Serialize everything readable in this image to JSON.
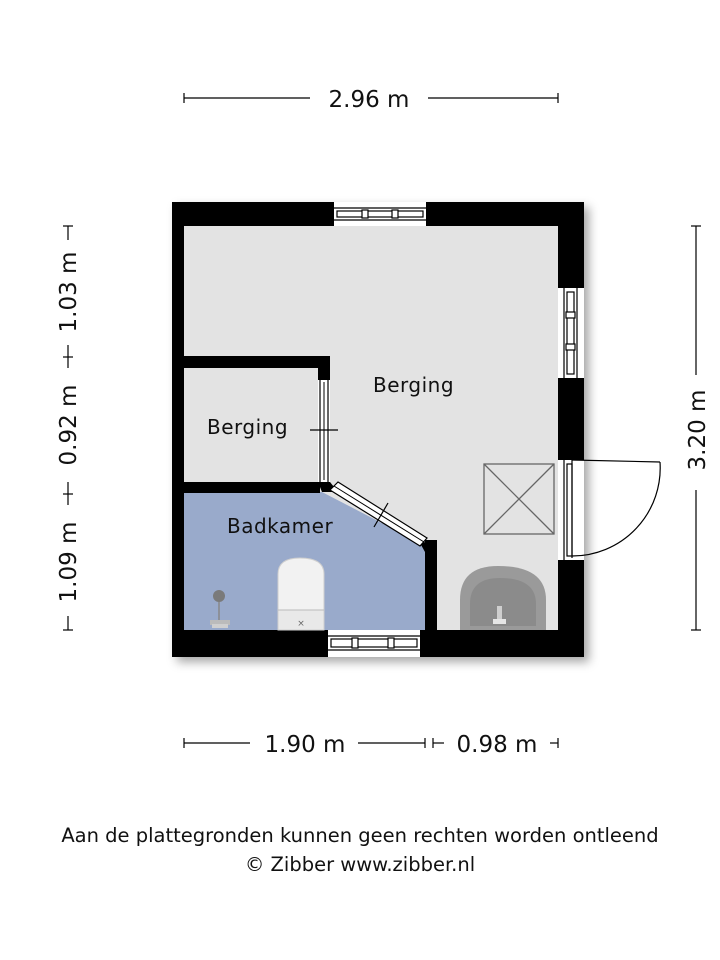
{
  "dimensions": {
    "top_width": "2.96 m",
    "right_height": "3.20 m",
    "left_top": "1.03 m",
    "left_middle": "0.92 m",
    "left_bottom": "1.09 m",
    "bottom_left": "1.90 m",
    "bottom_right": "0.98 m"
  },
  "rooms": {
    "main": "Berging",
    "small": "Berging",
    "bathroom": "Badkamer"
  },
  "colors": {
    "wall": "#000000",
    "floor": "#e3e3e3",
    "bathroom_floor": "#99aacb"
  },
  "footer": {
    "disclaimer": "Aan de plattegronden kunnen geen rechten worden ontleend",
    "copyright": "© Zibber www.zibber.nl"
  }
}
